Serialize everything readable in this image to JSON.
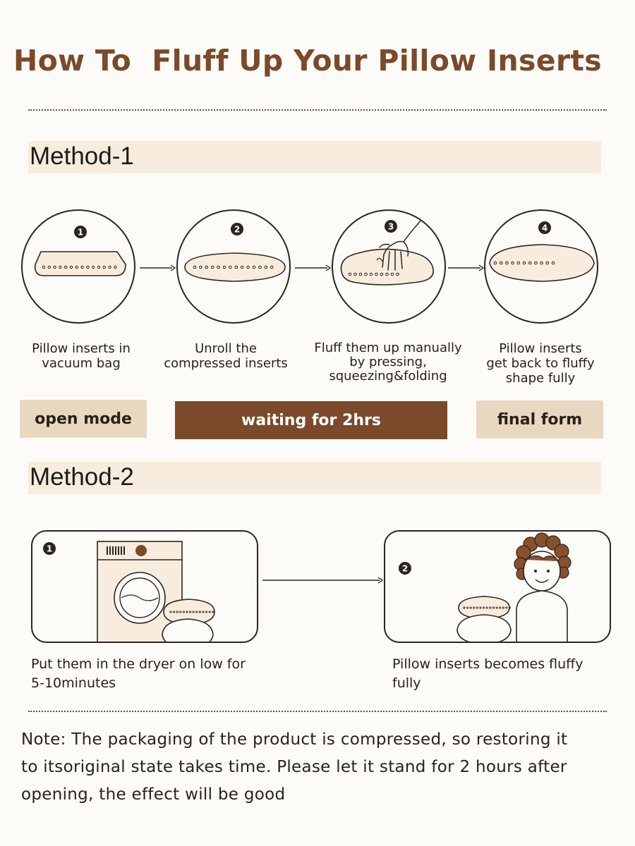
{
  "title": "How To  Fluff Up Your Pillow Inserts",
  "method1": {
    "label": "Method-1",
    "steps": [
      {
        "number": "1",
        "caption": [
          "Pillow inserts in",
          "vacuum bag"
        ]
      },
      {
        "number": "2",
        "caption": [
          "Unroll the",
          "compressed inserts"
        ]
      },
      {
        "number": "3",
        "caption": [
          "Fluff them up manually",
          "by pressing,",
          "squeezing&folding"
        ]
      },
      {
        "number": "4",
        "caption": [
          "Pillow inserts",
          "get back to fluffy",
          "shape fully"
        ]
      }
    ],
    "tags": {
      "open": "open mode",
      "waiting": "waiting for 2hrs",
      "final": "final form"
    }
  },
  "method2": {
    "label": "Method-2",
    "steps": [
      {
        "number": "1",
        "caption": [
          "Put them in the dryer on low for",
          "5-10minutes"
        ]
      },
      {
        "number": "2",
        "caption": [
          "Pillow inserts becomes fluffy",
          "fully"
        ]
      }
    ]
  },
  "note": [
    "Note: The packaging of the product is compressed, so restoring it",
    "to itsoriginal state takes time. Please let it stand for 2 hours after",
    "opening, the effect will be good"
  ],
  "colors": {
    "title": "#7b4a2a",
    "band": "#f7ecdd",
    "tag_light": "#e9d8c0",
    "tag_dark": "#7a4a2b",
    "pillow_fill": "#f7ecdd",
    "hair": "#8a4f2c"
  },
  "icons": [
    "vacuum-bag-pillow-icon",
    "unrolled-pillow-icon",
    "hand-pressing-pillow-icon",
    "fluffy-pillow-icon",
    "dryer-machine-icon",
    "happy-person-icon"
  ]
}
